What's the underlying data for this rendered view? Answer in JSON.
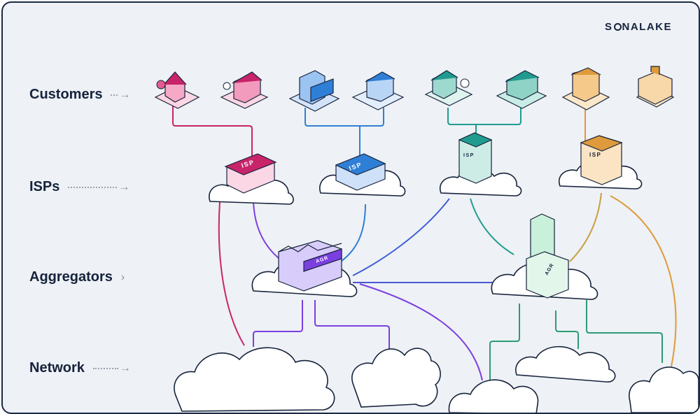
{
  "brand": {
    "logo_prefix": "S",
    "logo_suffix": "NALAKE"
  },
  "rows": [
    {
      "id": "customers",
      "label": "Customers",
      "arrow": "→"
    },
    {
      "id": "isps",
      "label": "ISPs",
      "arrow": "→"
    },
    {
      "id": "aggregators",
      "label": "Aggregators",
      "arrow": "›"
    },
    {
      "id": "network",
      "label": "Network",
      "arrow": "→"
    }
  ],
  "building_labels": {
    "isp": "ISP",
    "agr": "AGR"
  },
  "colors": {
    "pink": "#c8246a",
    "blue": "#2f7fd6",
    "teal": "#1f9c8f",
    "orange": "#de9a3c",
    "purple": "#7b3fe0",
    "green": "#2a9c74",
    "dark": "#16233c"
  }
}
